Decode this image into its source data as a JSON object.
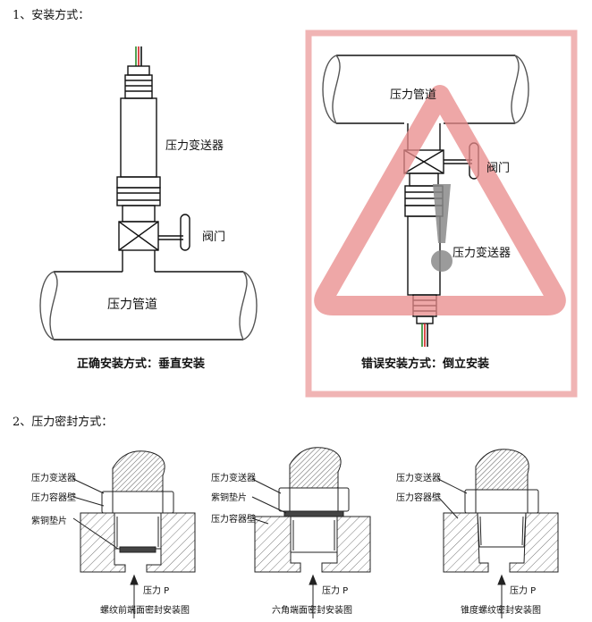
{
  "section1": {
    "heading": "1、安装方式：",
    "correct": {
      "transmitter": "压力变送器",
      "valve": "阀门",
      "pipe": "压力管道",
      "caption": "正确安装方式：垂直安装"
    },
    "wrong": {
      "pipe": "压力管道",
      "valve": "阀门",
      "transmitter": "压力变送器",
      "caption": "错误安装方式：倒立安装"
    }
  },
  "section2": {
    "heading": "2、压力密封方式：",
    "figures": [
      {
        "labels": [
          "压力变送器",
          "压力容器壁",
          "紫铜垫片"
        ],
        "pressure": "压力 P",
        "caption": "螺纹前端面密封安装图"
      },
      {
        "labels": [
          "压力变送器",
          "紫铜垫片",
          "压力容器壁"
        ],
        "pressure": "压力 P",
        "caption": "六角端面密封安装图"
      },
      {
        "labels": [
          "压力变送器",
          "压力容器壁"
        ],
        "pressure": "压力 P",
        "caption": "锥度螺纹密封安装图"
      }
    ]
  },
  "colors": {
    "warning_red": "#e88a8a",
    "frame_red": "#f0b4b4",
    "line": "#111111"
  },
  "icons": [
    "warning-triangle-icon",
    "exclamation-icon"
  ]
}
